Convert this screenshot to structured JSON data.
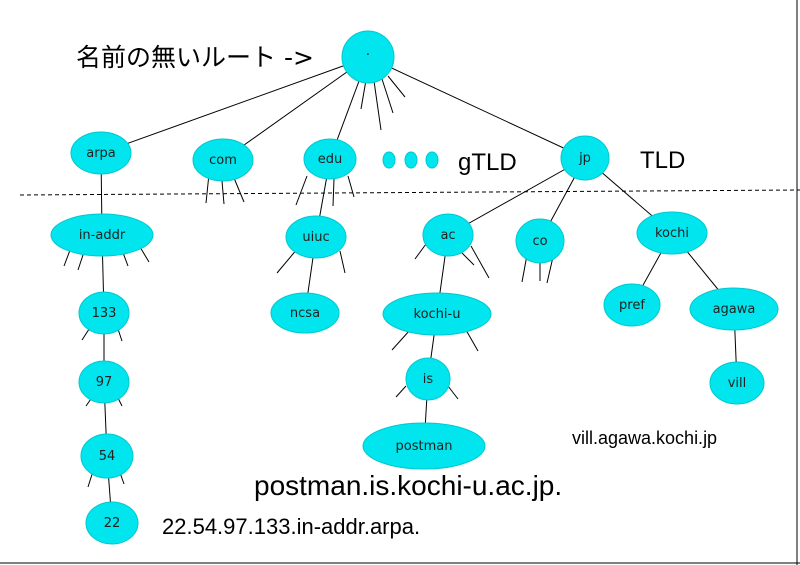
{
  "labels": {
    "root_caption": "名前の無いルート ->",
    "gtld": "gTLD",
    "tld": "TLD",
    "domain_postman": "postman.is.kochi-u.ac.jp.",
    "domain_reverse": "22.54.97.133.in-addr.arpa.",
    "domain_vill": "vill.agawa.kochi.jp"
  },
  "nodes": [
    {
      "id": "root",
      "label": "."
    },
    {
      "id": "arpa",
      "label": "arpa"
    },
    {
      "id": "com",
      "label": "com"
    },
    {
      "id": "edu",
      "label": "edu"
    },
    {
      "id": "jp",
      "label": "jp"
    },
    {
      "id": "in-addr",
      "label": "in-addr"
    },
    {
      "id": "uiuc",
      "label": "uiuc"
    },
    {
      "id": "ac",
      "label": "ac"
    },
    {
      "id": "co",
      "label": "co"
    },
    {
      "id": "kochi",
      "label": "kochi"
    },
    {
      "id": "133",
      "label": "133"
    },
    {
      "id": "ncsa",
      "label": "ncsa"
    },
    {
      "id": "kochi-u",
      "label": "kochi-u"
    },
    {
      "id": "pref",
      "label": "pref"
    },
    {
      "id": "agawa",
      "label": "agawa"
    },
    {
      "id": "97",
      "label": "97"
    },
    {
      "id": "is",
      "label": "is"
    },
    {
      "id": "vill",
      "label": "vill"
    },
    {
      "id": "54",
      "label": "54"
    },
    {
      "id": "postman",
      "label": "postman"
    },
    {
      "id": "22",
      "label": "22"
    }
  ],
  "colors": {
    "node_fill": "#00e5ee",
    "line": "#000000"
  }
}
